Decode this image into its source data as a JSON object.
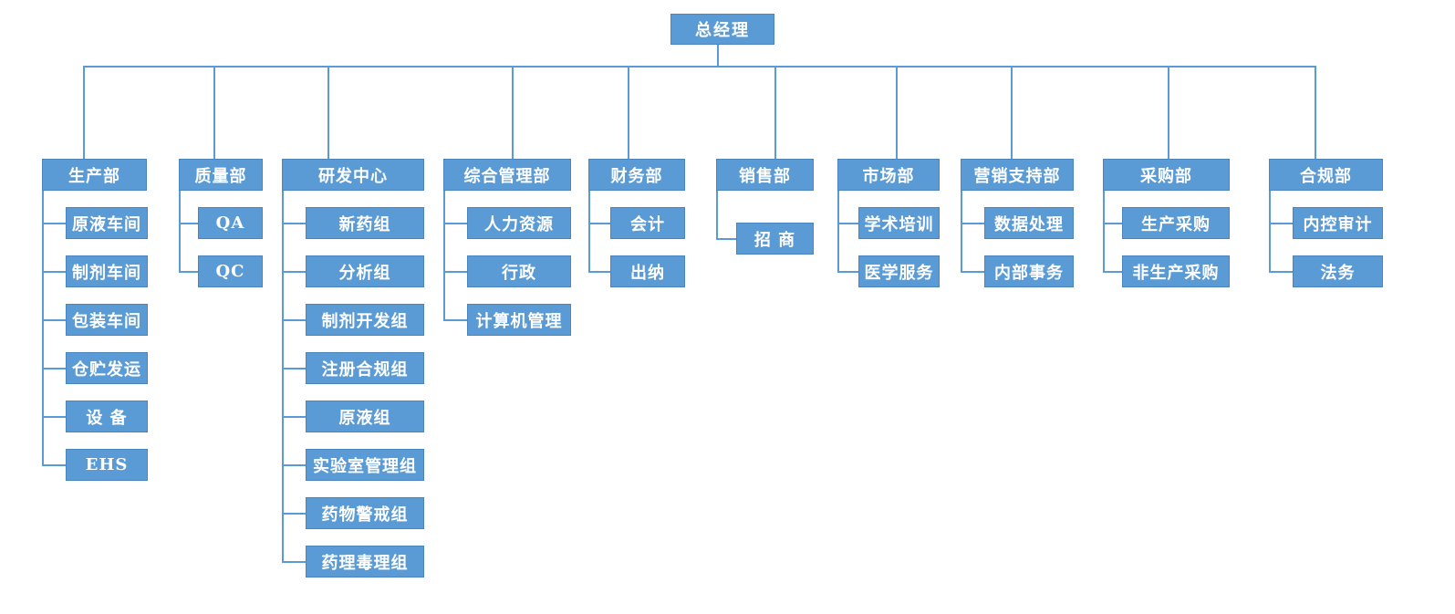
{
  "root": {
    "label": "总经理"
  },
  "departments": [
    {
      "label": "生产部",
      "children": [
        "原液车间",
        "制剂车间",
        "包装车间",
        "仓贮发运",
        "设  备",
        "EHS"
      ]
    },
    {
      "label": "质量部",
      "children": [
        "QA",
        "QC"
      ]
    },
    {
      "label": "研发中心",
      "children": [
        "新药组",
        "分析组",
        "制剂开发组",
        "注册合规组",
        "原液组",
        "实验室管理组",
        "药物警戒组",
        "药理毒理组"
      ]
    },
    {
      "label": "综合管理部",
      "children": [
        "人力资源",
        "行政",
        "计算机管理"
      ]
    },
    {
      "label": "财务部",
      "children": [
        "会计",
        "出纳"
      ]
    },
    {
      "label": "销售部",
      "children": [
        "招  商"
      ]
    },
    {
      "label": "市场部",
      "children": [
        "学术培训",
        "医学服务"
      ]
    },
    {
      "label": "营销支持部",
      "children": [
        "数据处理",
        "内部事务"
      ]
    },
    {
      "label": "采购部",
      "children": [
        "生产采购",
        "非生产采购"
      ]
    },
    {
      "label": "合规部",
      "children": [
        "内控审计",
        "法务"
      ]
    }
  ],
  "colors": {
    "box_fill": "#5b9bd5",
    "box_text": "#ffffff",
    "connector": "#5b9bd5"
  }
}
